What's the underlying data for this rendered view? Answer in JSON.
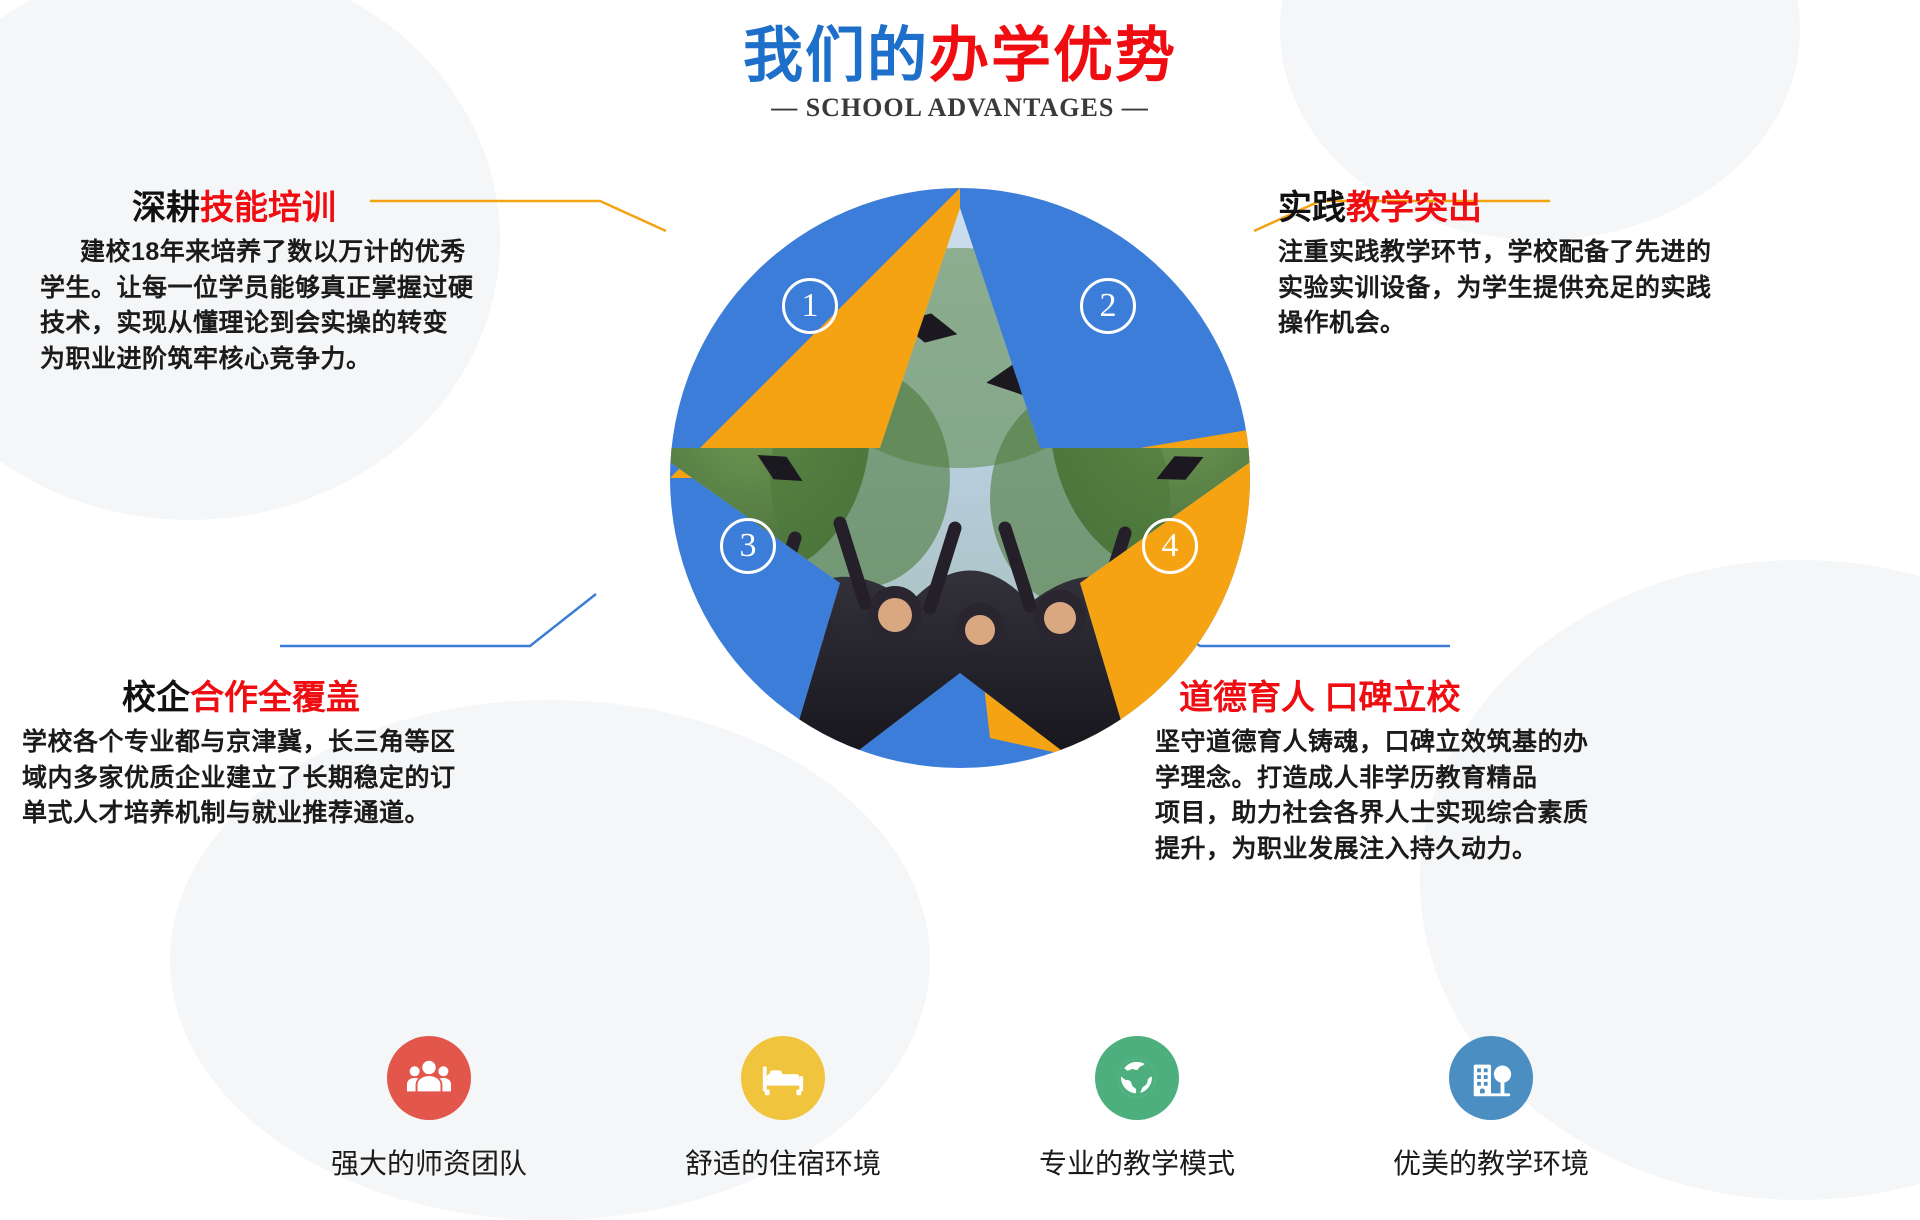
{
  "header": {
    "title_blue": "我们的",
    "title_red": "办学优势",
    "subtitle": "— SCHOOL ADVANTAGES —"
  },
  "colors": {
    "blue": "#1d6fc9",
    "red": "#ef0d12",
    "orange": "#f5a313",
    "star_blue": "#3b7dd8",
    "star_orange": "#f5a313",
    "feature_red": "#e2564c",
    "feature_yellow": "#f0c53d",
    "feature_green": "#4caf7d",
    "feature_blue": "#4a8ec2"
  },
  "center": {
    "photo_alt": "graduation-cap-toss-photo",
    "badges": [
      "①",
      "②",
      "③",
      "④"
    ],
    "badge_numbers": [
      "1",
      "2",
      "3",
      "4"
    ]
  },
  "blocks": [
    {
      "number": "1",
      "heading_black": "深耕",
      "heading_red": "技能培训",
      "body_lines": [
        "建校18年来培养了数以万计的优秀",
        "学生。让每一位学员能够真正掌握过硬",
        "技术，实现从懂理论到会实操的转变",
        "为职业进阶筑牢核心竞争力。"
      ],
      "connector_color": "#f5a313"
    },
    {
      "number": "2",
      "heading_black": "实践",
      "heading_red": "教学突出",
      "body_lines": [
        "注重实践教学环节，学校配备了先进的",
        "实验实训设备，为学生提供充足的实践",
        "操作机会。"
      ],
      "connector_color": "#f5a313"
    },
    {
      "number": "3",
      "heading_black": "校企",
      "heading_red": "合作全覆盖",
      "body_lines": [
        "学校各个专业都与京津冀，长三角等区",
        "域内多家优质企业建立了长期稳定的订",
        "单式人才培养机制与就业推荐通道。"
      ],
      "connector_color": "#3b7dd8"
    },
    {
      "number": "4",
      "heading_black": "",
      "heading_red": "道德育人 口碑立校",
      "body_lines": [
        "坚守道德育人铸魂，口碑立效筑基的办",
        "学理念。打造成人非学历教育精品",
        "项目，助力社会各界人士实现综合素质",
        "提升，为职业发展注入持久动力。"
      ],
      "connector_color": "#3b7dd8"
    }
  ],
  "features": [
    {
      "label": "强大的师资团队",
      "icon": "team-people-icon",
      "color": "#e2564c"
    },
    {
      "label": "舒适的住宿环境",
      "icon": "bed-dorm-icon",
      "color": "#f0c53d"
    },
    {
      "label": "专业的教学模式",
      "icon": "globe-world-icon",
      "color": "#4caf7d"
    },
    {
      "label": "优美的教学环境",
      "icon": "campus-building-icon",
      "color": "#4a8ec2"
    }
  ]
}
